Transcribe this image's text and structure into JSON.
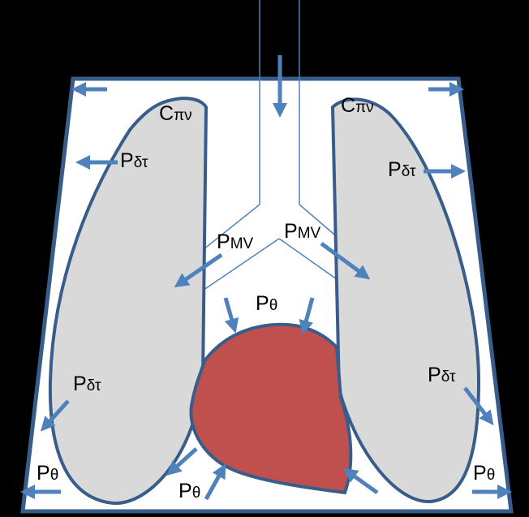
{
  "labels": {
    "cpv_left": {
      "main": "C",
      "sub": "πν"
    },
    "cpv_right": {
      "main": "C",
      "sub": "πν"
    },
    "pdt_upper_left": {
      "main": "P",
      "sub": "δτ"
    },
    "pdt_upper_right": {
      "main": "P",
      "sub": "δτ"
    },
    "pmv_left": {
      "main": "P",
      "sub": "ΜV"
    },
    "pmv_right": {
      "main": "P",
      "sub": "ΜV"
    },
    "ptheta_top": {
      "main": "P",
      "sub": "θ"
    },
    "pdt_lower_left": {
      "main": "P",
      "sub": "δτ"
    },
    "pdt_lower_right": {
      "main": "P",
      "sub": "δτ"
    },
    "ptheta_bottom_left": {
      "main": "P",
      "sub": "θ"
    },
    "ptheta_bottom_mid": {
      "main": "P",
      "sub": "θ"
    },
    "ptheta_bottom_right": {
      "main": "P",
      "sub": "θ"
    }
  },
  "colors": {
    "background": "#000000",
    "thorax_fill": "#ffffff",
    "outline": "#385d8a",
    "lung_fill": "#d9d9d9",
    "heart_fill": "#c0504d",
    "arrow": "#4f81bd",
    "airway": "#4f81bd"
  }
}
